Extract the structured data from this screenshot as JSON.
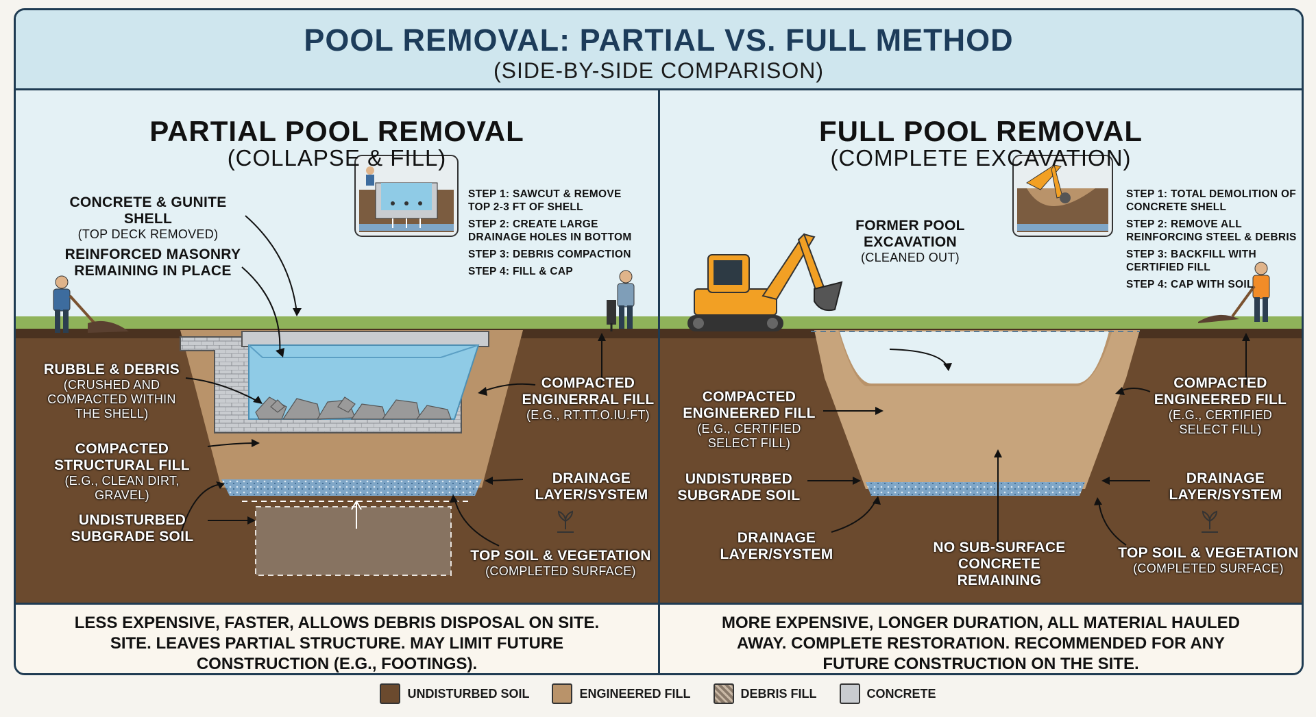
{
  "header": {
    "title": "POOL REMOVAL: PARTIAL VS. FULL METHOD",
    "subtitle": "(SIDE-BY-SIDE COMPARISON)"
  },
  "left": {
    "title": "PARTIAL POOL REMOVAL",
    "subtitle": "(COLLAPSE & FILL)",
    "steps": [
      "STEP 1: SAWCUT & REMOVE TOP 2-3 FT OF SHELL",
      "STEP 2: CREATE LARGE DRAINAGE HOLES IN BOTTOM",
      "STEP 3: DEBRIS COMPACTION",
      "STEP 4: FILL & CAP"
    ],
    "labels": {
      "shell": "CONCRETE & GUNITE SHELL",
      "shell_sub": "(TOP DECK REMOVED)",
      "masonry": "REINFORCED MASONRY REMAINING IN PLACE",
      "rubble": "RUBBLE & DEBRIS",
      "rubble_sub": "(CRUSHED AND COMPACTED WITHIN THE SHELL)",
      "structural_fill": "COMPACTED STRUCTURAL FILL",
      "structural_fill_sub": "(E.G., CLEAN DIRT, GRAVEL)",
      "subgrade": "UNDISTURBED SUBGRADE SOIL",
      "eng_fill": "COMPACTED ENGINERRAL FILL",
      "eng_fill_sub": "(E.G., RT.TT.O.IU.FT)",
      "drainage": "DRAINAGE LAYER/SYSTEM",
      "topsoil": "TOP SOIL & VEGETATION",
      "topsoil_sub": "(COMPLETED SURFACE)"
    },
    "summary": "LESS EXPENSIVE, FASTER, ALLOWS DEBRIS DISPOSAL ON SITE. SITE. LEAVES PARTIAL STRUCTURE. MAY LIMIT FUTURE CONSTRUCTION (E.G., FOOTINGS)."
  },
  "right": {
    "title": "FULL POOL REMOVAL",
    "subtitle": "(COMPLETE EXCAVATION)",
    "steps": [
      "STEP 1: TOTAL DEMOLITION OF CONCRETE SHELL",
      "STEP 2: REMOVE ALL REINFORCING STEEL & DEBRIS",
      "STEP 3: BACKFILL WITH CERTIFIED FILL",
      "STEP 4: CAP WITH SOIL"
    ],
    "labels": {
      "excavation": "FORMER POOL EXCAVATION",
      "excavation_sub": "(CLEANED OUT)",
      "eng_fill_left": "COMPACTED ENGINEERED FILL",
      "eng_fill_left_sub": "(E.G., CERTIFIED SELECT FILL)",
      "subgrade": "UNDISTURBED SUBGRADE SOIL",
      "drainage_left": "DRAINAGE LAYER/SYSTEM",
      "no_concrete": "NO SUB-SURFACE CONCRETE REMAINING",
      "eng_fill_right": "COMPACTED ENGINEERED FILL",
      "eng_fill_right_sub": "(E.G., CERTIFIED SELECT FILL)",
      "drainage_right": "DRAINAGE LAYER/SYSTEM",
      "topsoil": "TOP SOIL & VEGETATION",
      "topsoil_sub": "(COMPLETED SURFACE)"
    },
    "summary": "MORE EXPENSIVE, LONGER DURATION, ALL MATERIAL HAULED AWAY. COMPLETE RESTORATION. RECOMMENDED FOR ANY FUTURE CONSTRUCTION ON THE SITE."
  },
  "legend": [
    {
      "label": "UNDISTURBED SOIL",
      "color": "#6b4a2e"
    },
    {
      "label": "ENGINEERED FILL",
      "color": "#b9936a"
    },
    {
      "label": "DEBRIS FILL",
      "color": "#8a7a6a"
    },
    {
      "label": "CONCRETE",
      "color": "#c9ccd0"
    }
  ],
  "colors": {
    "undisturbed_soil": "#6b4a2e",
    "engineered_fill": "#b9936a",
    "concrete": "#c9ccd0",
    "water": "#8fcbe6",
    "drainage": "#7fa6c7",
    "grass": "#7aa04a",
    "sky": "#dfeef3",
    "frame": "#1f3b52"
  }
}
